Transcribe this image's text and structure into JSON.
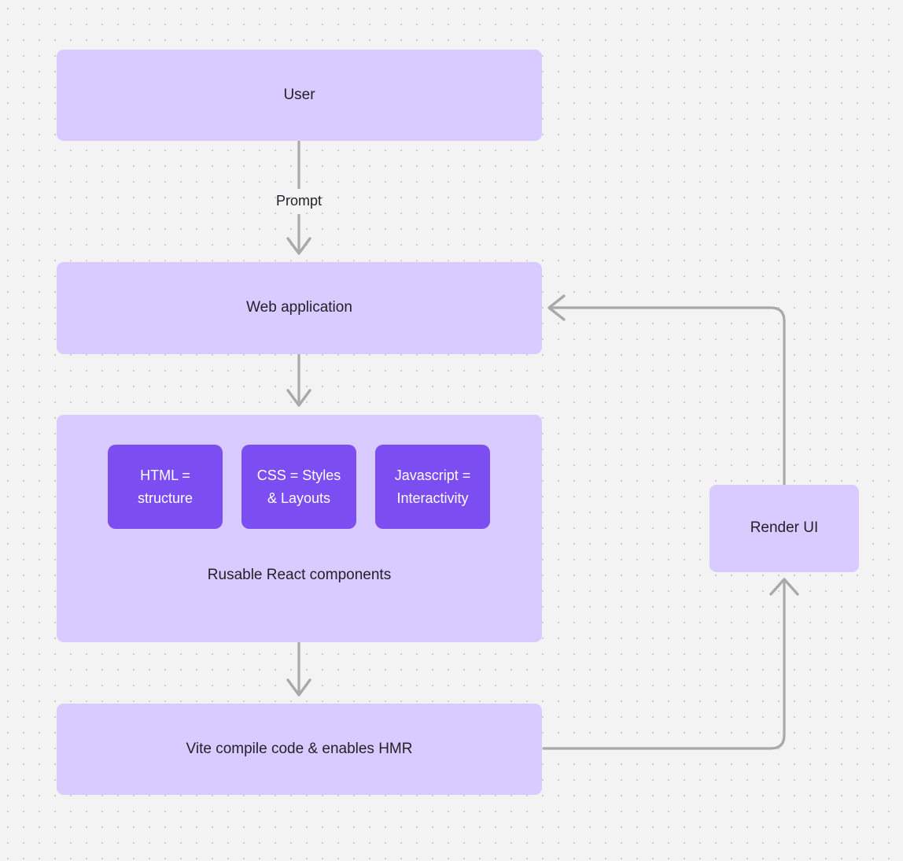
{
  "diagram": {
    "type": "flowchart",
    "background_color": "#f4f3f3",
    "grid": "dotted",
    "node_fill": "#d9caff",
    "node_fill_accent": "#7c4df0",
    "edge_color": "#a9a9a9",
    "text_color": "#232129"
  },
  "nodes": {
    "user": {
      "label": "User"
    },
    "web_application": {
      "label": "Web application"
    },
    "components_group": {
      "label": "Rusable React components"
    },
    "html": {
      "line1": "HTML =",
      "line2": "structure"
    },
    "css": {
      "line1": "CSS = Styles",
      "line2": "& Layouts"
    },
    "javascript": {
      "line1": "Javascript =",
      "line2": "Interactivity"
    },
    "vite": {
      "label": "Vite compile code & enables HMR"
    },
    "render_ui": {
      "label": "Render UI"
    }
  },
  "edges": [
    {
      "id": "user-to-web",
      "label": "Prompt",
      "from": "user",
      "to": "web_application",
      "direction": "down"
    },
    {
      "id": "web-to-components",
      "label": "",
      "from": "web_application",
      "to": "components_group",
      "direction": "down"
    },
    {
      "id": "components-to-vite",
      "label": "",
      "from": "components_group",
      "to": "vite",
      "direction": "down"
    },
    {
      "id": "vite-to-render",
      "label": "",
      "from": "vite",
      "to": "render_ui",
      "direction": "right-up"
    },
    {
      "id": "render-to-web",
      "label": "",
      "from": "render_ui",
      "to": "web_application",
      "direction": "up-left"
    }
  ]
}
